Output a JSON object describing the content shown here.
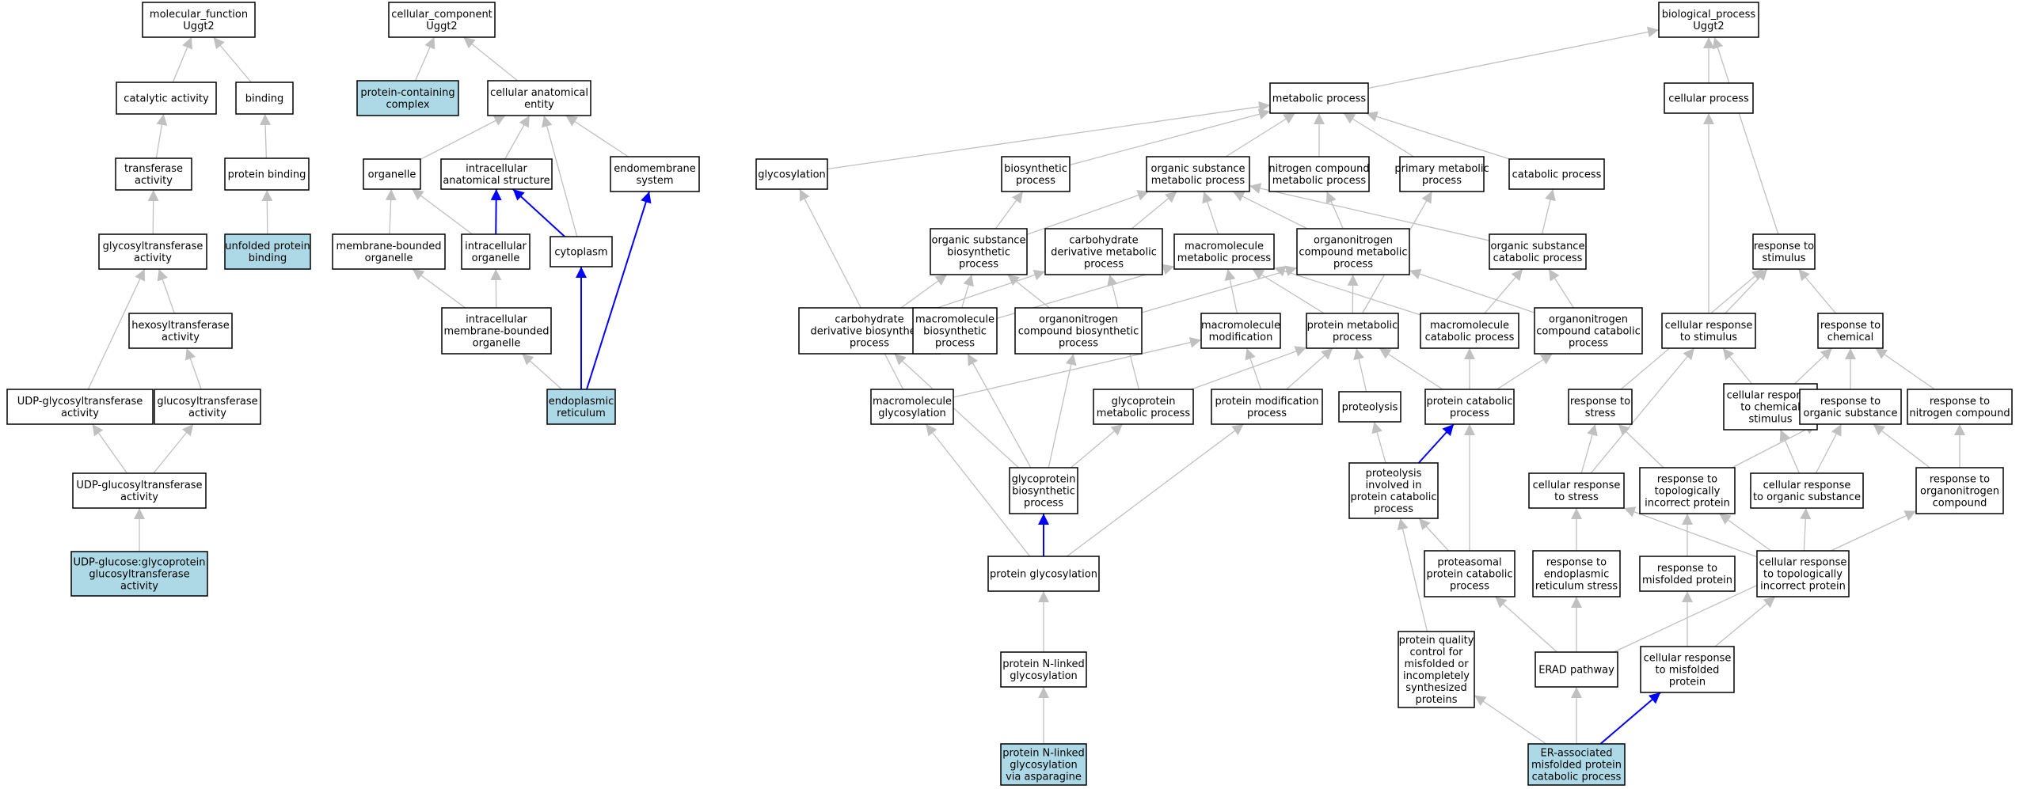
{
  "colors": {
    "default_fill": "#ffffff",
    "highlight_fill": "#add8e6",
    "edge_gray": "#c0c0c0",
    "edge_blue": "#0000ff"
  },
  "roots": {
    "molecular_function": [
      "molecular_function",
      "Uggt2"
    ],
    "cellular_component": [
      "cellular_component",
      "Uggt2"
    ],
    "biological_process": [
      "biological_process",
      "Uggt2"
    ]
  },
  "nodes": {
    "mf": {
      "lines": [
        "molecular_function",
        "Uggt2"
      ],
      "highlight": false
    },
    "catalytic": {
      "lines": [
        "catalytic activity"
      ],
      "highlight": false
    },
    "binding": {
      "lines": [
        "binding"
      ],
      "highlight": false
    },
    "transferase": {
      "lines": [
        "transferase",
        "activity"
      ],
      "highlight": false
    },
    "protbinding": {
      "lines": [
        "protein binding"
      ],
      "highlight": false
    },
    "glycosyltransferase": {
      "lines": [
        "glycosyltransferase",
        "activity"
      ],
      "highlight": false
    },
    "unfolded": {
      "lines": [
        "unfolded protein",
        "binding"
      ],
      "highlight": true
    },
    "hexosyl": {
      "lines": [
        "hexosyltransferase",
        "activity"
      ],
      "highlight": false
    },
    "udpglycosyl": {
      "lines": [
        "UDP-glycosyltransferase",
        "activity"
      ],
      "highlight": false
    },
    "glucosyl": {
      "lines": [
        "glucosyltransferase",
        "activity"
      ],
      "highlight": false
    },
    "udpglucosyl": {
      "lines": [
        "UDP-glucosyltransferase",
        "activity"
      ],
      "highlight": false
    },
    "udpglucose": {
      "lines": [
        "UDP-glucose:glycoprotein",
        "glucosyltransferase",
        "activity"
      ],
      "highlight": true
    },
    "cc": {
      "lines": [
        "cellular_component",
        "Uggt2"
      ],
      "highlight": false
    },
    "protcomplex": {
      "lines": [
        "protein-containing",
        "complex"
      ],
      "highlight": true
    },
    "cellanat": {
      "lines": [
        "cellular anatomical",
        "entity"
      ],
      "highlight": false
    },
    "organelle": {
      "lines": [
        "organelle"
      ],
      "highlight": false
    },
    "intracellanat": {
      "lines": [
        "intracellular",
        "anatomical structure"
      ],
      "highlight": false
    },
    "endomembrane": {
      "lines": [
        "endomembrane",
        "system"
      ],
      "highlight": false
    },
    "membranebound": {
      "lines": [
        "membrane-bounded",
        "organelle"
      ],
      "highlight": false
    },
    "intracellorg": {
      "lines": [
        "intracellular",
        "organelle"
      ],
      "highlight": false
    },
    "cytoplasm": {
      "lines": [
        "cytoplasm"
      ],
      "highlight": false
    },
    "intramembrane": {
      "lines": [
        "intracellular",
        "membrane-bounded",
        "organelle"
      ],
      "highlight": false
    },
    "er": {
      "lines": [
        "endoplasmic",
        "reticulum"
      ],
      "highlight": true
    },
    "bp": {
      "lines": [
        "biological_process",
        "Uggt2"
      ],
      "highlight": false
    },
    "metabolic": {
      "lines": [
        "metabolic process"
      ],
      "highlight": false
    },
    "cellproc": {
      "lines": [
        "cellular process"
      ],
      "highlight": false
    },
    "glycosylation": {
      "lines": [
        "glycosylation"
      ],
      "highlight": false
    },
    "biosynth": {
      "lines": [
        "biosynthetic",
        "process"
      ],
      "highlight": false
    },
    "orgsubmet": {
      "lines": [
        "organic substance",
        "metabolic process"
      ],
      "highlight": false
    },
    "nitrogen": {
      "lines": [
        "nitrogen compound",
        "metabolic process"
      ],
      "highlight": false
    },
    "primary": {
      "lines": [
        "primary metabolic",
        "process"
      ],
      "highlight": false
    },
    "catabolic": {
      "lines": [
        "catabolic process"
      ],
      "highlight": false
    },
    "orgsubbio": {
      "lines": [
        "organic substance",
        "biosynthetic",
        "process"
      ],
      "highlight": false
    },
    "carbmet": {
      "lines": [
        "carbohydrate",
        "derivative metabolic",
        "process"
      ],
      "highlight": false
    },
    "macromet": {
      "lines": [
        "macromolecule",
        "metabolic process"
      ],
      "highlight": false
    },
    "orgnitmet": {
      "lines": [
        "organonitrogen",
        "compound metabolic",
        "process"
      ],
      "highlight": false
    },
    "orgsubcat": {
      "lines": [
        "organic substance",
        "catabolic process"
      ],
      "highlight": false
    },
    "respstim": {
      "lines": [
        "response to",
        "stimulus"
      ],
      "highlight": false
    },
    "carbbio": {
      "lines": [
        "carbohydrate",
        "derivative biosynthetic",
        "process"
      ],
      "highlight": false
    },
    "macrobio": {
      "lines": [
        "macromolecule",
        "biosynthetic",
        "process"
      ],
      "highlight": false
    },
    "orgnitbio": {
      "lines": [
        "organonitrogen",
        "compound biosynthetic",
        "process"
      ],
      "highlight": false
    },
    "macromod": {
      "lines": [
        "macromolecule",
        "modification"
      ],
      "highlight": false
    },
    "protmet": {
      "lines": [
        "protein metabolic",
        "process"
      ],
      "highlight": false
    },
    "macrocat": {
      "lines": [
        "macromolecule",
        "catabolic process"
      ],
      "highlight": false
    },
    "orgnitcat": {
      "lines": [
        "organonitrogen",
        "compound catabolic",
        "process"
      ],
      "highlight": false
    },
    "cellrespstim": {
      "lines": [
        "cellular response",
        "to stimulus"
      ],
      "highlight": false
    },
    "respchem": {
      "lines": [
        "response to",
        "chemical"
      ],
      "highlight": false
    },
    "macroglyc": {
      "lines": [
        "macromolecule",
        "glycosylation"
      ],
      "highlight": false
    },
    "glycomet": {
      "lines": [
        "glycoprotein",
        "metabolic process"
      ],
      "highlight": false
    },
    "protmod": {
      "lines": [
        "protein modification",
        "process"
      ],
      "highlight": false
    },
    "proteolysis": {
      "lines": [
        "proteolysis"
      ],
      "highlight": false
    },
    "protcat": {
      "lines": [
        "protein catabolic",
        "process"
      ],
      "highlight": false
    },
    "respstress": {
      "lines": [
        "response to",
        "stress"
      ],
      "highlight": false
    },
    "cellrespchem": {
      "lines": [
        "cellular response",
        "to chemical",
        "stimulus"
      ],
      "highlight": false
    },
    "resporg": {
      "lines": [
        "response to",
        "organic substance"
      ],
      "highlight": false
    },
    "respnit": {
      "lines": [
        "response to",
        "nitrogen compound"
      ],
      "highlight": false
    },
    "glycobio": {
      "lines": [
        "glycoprotein",
        "biosynthetic",
        "process"
      ],
      "highlight": false
    },
    "proteocat": {
      "lines": [
        "proteolysis",
        "involved in",
        "protein catabolic",
        "process"
      ],
      "highlight": false
    },
    "cellrespstress": {
      "lines": [
        "cellular response",
        "to stress"
      ],
      "highlight": false
    },
    "resptopo": {
      "lines": [
        "response to",
        "topologically",
        "incorrect protein"
      ],
      "highlight": false
    },
    "cellresporg": {
      "lines": [
        "cellular response",
        "to organic substance"
      ],
      "highlight": false
    },
    "resporgnit": {
      "lines": [
        "response to",
        "organonitrogen",
        "compound"
      ],
      "highlight": false
    },
    "protglyc": {
      "lines": [
        "protein glycosylation"
      ],
      "highlight": false
    },
    "proteasomal": {
      "lines": [
        "proteasomal",
        "protein catabolic",
        "process"
      ],
      "highlight": false
    },
    "respers": {
      "lines": [
        "response to",
        "endoplasmic",
        "reticulum stress"
      ],
      "highlight": false
    },
    "respmisfold": {
      "lines": [
        "response to",
        "misfolded protein"
      ],
      "highlight": false
    },
    "cellresptopo": {
      "lines": [
        "cellular response",
        "to topologically",
        "incorrect protein"
      ],
      "highlight": false
    },
    "protnlinked": {
      "lines": [
        "protein N-linked",
        "glycosylation"
      ],
      "highlight": false
    },
    "qualitycontrol": {
      "lines": [
        "protein quality",
        "control for",
        "misfolded or",
        "incompletely",
        "synthesized",
        "proteins"
      ],
      "highlight": false
    },
    "erad": {
      "lines": [
        "ERAD pathway"
      ],
      "highlight": false
    },
    "cellrespmisfold": {
      "lines": [
        "cellular response",
        "to misfolded",
        "protein"
      ],
      "highlight": false
    },
    "nlinkedasn": {
      "lines": [
        "protein N-linked",
        "glycosylation",
        "via asparagine"
      ],
      "highlight": true
    },
    "eramp": {
      "lines": [
        "ER-associated",
        "misfolded protein",
        "catabolic process"
      ],
      "highlight": true
    }
  },
  "edges": [
    [
      "catalytic",
      "mf",
      "gray"
    ],
    [
      "binding",
      "mf",
      "gray"
    ],
    [
      "transferase",
      "catalytic",
      "gray"
    ],
    [
      "protbinding",
      "binding",
      "gray"
    ],
    [
      "glycosyltransferase",
      "transferase",
      "gray"
    ],
    [
      "unfolded",
      "protbinding",
      "gray"
    ],
    [
      "hexosyl",
      "glycosyltransferase",
      "gray"
    ],
    [
      "udpglycosyl",
      "glycosyltransferase",
      "gray"
    ],
    [
      "glucosyl",
      "hexosyl",
      "gray"
    ],
    [
      "udpglucosyl",
      "udpglycosyl",
      "gray"
    ],
    [
      "udpglucosyl",
      "glucosyl",
      "gray"
    ],
    [
      "udpglucose",
      "udpglucosyl",
      "gray"
    ],
    [
      "protcomplex",
      "cc",
      "gray"
    ],
    [
      "cellanat",
      "cc",
      "gray"
    ],
    [
      "organelle",
      "cellanat",
      "gray"
    ],
    [
      "intracellanat",
      "cellanat",
      "gray"
    ],
    [
      "endomembrane",
      "cellanat",
      "gray"
    ],
    [
      "cytoplasm",
      "cellanat",
      "gray"
    ],
    [
      "membranebound",
      "organelle",
      "gray"
    ],
    [
      "intracellorg",
      "organelle",
      "gray"
    ],
    [
      "intracellorg",
      "intracellanat",
      "blue"
    ],
    [
      "cytoplasm",
      "intracellanat",
      "blue"
    ],
    [
      "intramembrane",
      "membranebound",
      "gray"
    ],
    [
      "intramembrane",
      "intracellorg",
      "gray"
    ],
    [
      "er",
      "intramembrane",
      "gray"
    ],
    [
      "er",
      "cytoplasm",
      "blue"
    ],
    [
      "er",
      "endomembrane",
      "blue"
    ],
    [
      "metabolic",
      "bp",
      "gray"
    ],
    [
      "cellproc",
      "bp",
      "gray"
    ],
    [
      "respstim",
      "bp",
      "gray"
    ],
    [
      "glycosylation",
      "metabolic",
      "gray"
    ],
    [
      "biosynth",
      "metabolic",
      "gray"
    ],
    [
      "orgsubmet",
      "metabolic",
      "gray"
    ],
    [
      "nitrogen",
      "metabolic",
      "gray"
    ],
    [
      "primary",
      "metabolic",
      "gray"
    ],
    [
      "catabolic",
      "metabolic",
      "gray"
    ],
    [
      "orgsubbio",
      "biosynth",
      "gray"
    ],
    [
      "orgsubbio",
      "orgsubmet",
      "gray"
    ],
    [
      "carbmet",
      "orgsubmet",
      "gray"
    ],
    [
      "macromet",
      "orgsubmet",
      "gray"
    ],
    [
      "orgnitmet",
      "orgsubmet",
      "gray"
    ],
    [
      "orgnitmet",
      "nitrogen",
      "gray"
    ],
    [
      "orgsubcat",
      "orgsubmet",
      "gray"
    ],
    [
      "orgsubcat",
      "catabolic",
      "gray"
    ],
    [
      "carbbio",
      "orgsubbio",
      "gray"
    ],
    [
      "carbbio",
      "carbmet",
      "gray"
    ],
    [
      "macrobio",
      "orgsubbio",
      "gray"
    ],
    [
      "macrobio",
      "macromet",
      "gray"
    ],
    [
      "orgnitbio",
      "orgsubbio",
      "gray"
    ],
    [
      "orgnitbio",
      "orgnitmet",
      "gray"
    ],
    [
      "macromod",
      "macromet",
      "gray"
    ],
    [
      "protmet",
      "macromet",
      "gray"
    ],
    [
      "protmet",
      "orgnitmet",
      "gray"
    ],
    [
      "protmet",
      "primary",
      "gray"
    ],
    [
      "macrocat",
      "macromet",
      "gray"
    ],
    [
      "macrocat",
      "orgsubcat",
      "gray"
    ],
    [
      "orgnitcat",
      "orgnitmet",
      "gray"
    ],
    [
      "orgnitcat",
      "orgsubcat",
      "gray"
    ],
    [
      "cellrespstim",
      "cellproc",
      "gray"
    ],
    [
      "cellrespstim",
      "respstim",
      "gray"
    ],
    [
      "respchem",
      "respstim",
      "gray"
    ],
    [
      "macroglyc",
      "glycosylation",
      "gray"
    ],
    [
      "macroglyc",
      "macromod",
      "gray"
    ],
    [
      "glycomet",
      "carbmet",
      "gray"
    ],
    [
      "glycomet",
      "protmet",
      "gray"
    ],
    [
      "protmod",
      "macromod",
      "gray"
    ],
    [
      "protmod",
      "protmet",
      "gray"
    ],
    [
      "proteolysis",
      "protmet",
      "gray"
    ],
    [
      "protcat",
      "protmet",
      "gray"
    ],
    [
      "protcat",
      "macrocat",
      "gray"
    ],
    [
      "protcat",
      "orgnitcat",
      "gray"
    ],
    [
      "respstress",
      "respstim",
      "gray"
    ],
    [
      "cellrespchem",
      "cellrespstim",
      "gray"
    ],
    [
      "cellrespchem",
      "respchem",
      "gray"
    ],
    [
      "resporg",
      "respchem",
      "gray"
    ],
    [
      "respnit",
      "respchem",
      "gray"
    ],
    [
      "glycobio",
      "carbbio",
      "gray"
    ],
    [
      "glycobio",
      "macrobio",
      "gray"
    ],
    [
      "glycobio",
      "orgnitbio",
      "gray"
    ],
    [
      "glycobio",
      "glycomet",
      "gray"
    ],
    [
      "proteocat",
      "proteolysis",
      "gray"
    ],
    [
      "proteocat",
      "protcat",
      "blue"
    ],
    [
      "cellrespstress",
      "cellrespstim",
      "gray"
    ],
    [
      "cellrespstress",
      "respstress",
      "gray"
    ],
    [
      "resptopo",
      "respstress",
      "gray"
    ],
    [
      "resptopo",
      "resporg",
      "gray"
    ],
    [
      "cellresporg",
      "cellrespchem",
      "gray"
    ],
    [
      "cellresporg",
      "resporg",
      "gray"
    ],
    [
      "resporgnit",
      "resporg",
      "gray"
    ],
    [
      "resporgnit",
      "respnit",
      "gray"
    ],
    [
      "protglyc",
      "macroglyc",
      "gray"
    ],
    [
      "protglyc",
      "glycobio",
      "blue"
    ],
    [
      "protglyc",
      "protmod",
      "gray"
    ],
    [
      "proteasomal",
      "proteocat",
      "gray"
    ],
    [
      "proteasomal",
      "protcat",
      "gray"
    ],
    [
      "respers",
      "cellrespstress",
      "gray"
    ],
    [
      "respmisfold",
      "resptopo",
      "gray"
    ],
    [
      "cellresptopo",
      "resptopo",
      "gray"
    ],
    [
      "cellresptopo",
      "cellresporg",
      "gray"
    ],
    [
      "cellresptopo",
      "cellrespstress",
      "gray"
    ],
    [
      "protnlinked",
      "protglyc",
      "gray"
    ],
    [
      "qualitycontrol",
      "proteocat",
      "gray"
    ],
    [
      "erad",
      "proteasomal",
      "gray"
    ],
    [
      "erad",
      "respers",
      "gray"
    ],
    [
      "erad",
      "resporgnit",
      "gray"
    ],
    [
      "cellrespmisfold",
      "respmisfold",
      "gray"
    ],
    [
      "cellrespmisfold",
      "cellresptopo",
      "gray"
    ],
    [
      "nlinkedasn",
      "protnlinked",
      "gray"
    ],
    [
      "eramp",
      "qualitycontrol",
      "gray"
    ],
    [
      "eramp",
      "erad",
      "gray"
    ],
    [
      "eramp",
      "cellrespmisfold",
      "blue"
    ]
  ]
}
